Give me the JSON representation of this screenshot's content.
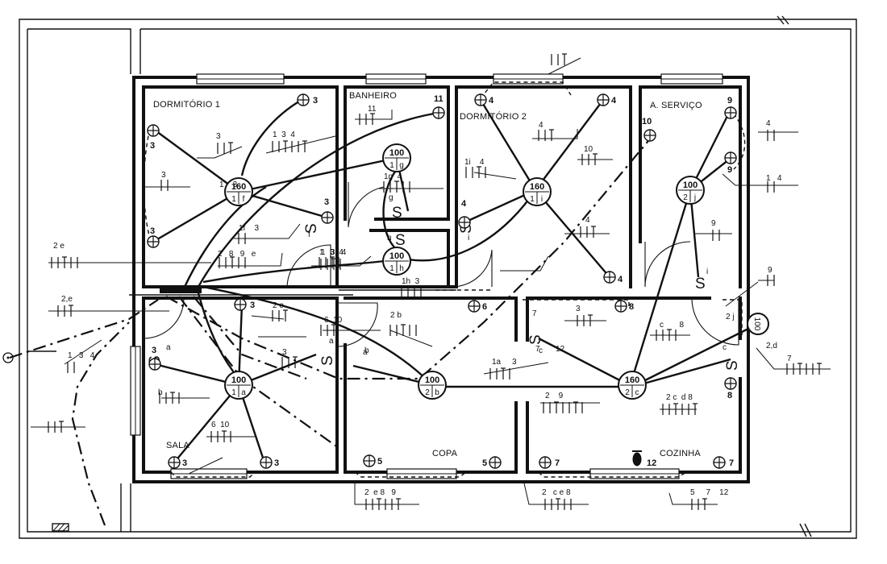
{
  "rooms": {
    "dormitorio1": "DORMITÓRIO 1",
    "banheiro": "BANHEIRO",
    "dormitorio2": "DORMITÓRIO 2",
    "servico": "A. SERVIÇO",
    "sala": "SALA",
    "copa": "COPA",
    "cozinha": "COZINHA"
  },
  "fixtures": [
    {
      "power": "160",
      "circuit": "1",
      "letter": "f"
    },
    {
      "power": "100",
      "circuit": "1",
      "letter": "g"
    },
    {
      "power": "100",
      "circuit": "1",
      "letter": "h"
    },
    {
      "power": "160",
      "circuit": "1",
      "letter": "i"
    },
    {
      "power": "100",
      "circuit": "2",
      "letter": "j"
    },
    {
      "power": "100",
      "circuit": "1",
      "letter": "a"
    },
    {
      "power": "100",
      "circuit": "2",
      "letter": "b"
    },
    {
      "power": "160",
      "circuit": "2",
      "letter": "c"
    }
  ],
  "wall_light": {
    "power": "100",
    "label": "2,d"
  },
  "switch_symbol": "S",
  "switches": [
    {
      "sub": "f",
      "num": "3"
    },
    {
      "sub": "g",
      "num": "4"
    },
    {
      "sub": "h",
      "num": "3"
    },
    {
      "sub": "i",
      "num": "4"
    },
    {
      "sub": "i",
      "num": ""
    },
    {
      "sub": "a",
      "num": "3"
    },
    {
      "sub": "a",
      "num": ""
    },
    {
      "sub": "b",
      "num": "6"
    },
    {
      "sub": "c",
      "num": "8"
    },
    {
      "sub": "c",
      "num": "8"
    }
  ],
  "outlets": [
    "3",
    "3",
    "3",
    "3",
    "11",
    "4",
    "4",
    "4",
    "4",
    "10",
    "9",
    "9",
    "6",
    "8",
    "3",
    "3",
    "3",
    "3",
    "5",
    "5",
    "7",
    "7",
    "12",
    "8"
  ],
  "circuit_labels": [
    "3",
    "1  3  4",
    "3",
    "1f    3",
    "2   8   9   e",
    "1  3  4",
    "11",
    "1g  4",
    "1   3   4",
    "1h  3",
    "4",
    "1i    4",
    "10",
    "4",
    "4",
    "1   4",
    "9",
    "9",
    "2 j",
    "2 e",
    "2,e",
    "1   3   4",
    "1    3",
    "2 e",
    "3",
    "6  10",
    "a",
    "2 b",
    "b",
    "6  10",
    "1a     3",
    "3",
    "c       8",
    "7",
    "2    9",
    "2 c  d 8",
    "2  e 8   9",
    "2   c e 8",
    "5     7    12",
    "7       12",
    "7",
    "c",
    "8"
  ]
}
